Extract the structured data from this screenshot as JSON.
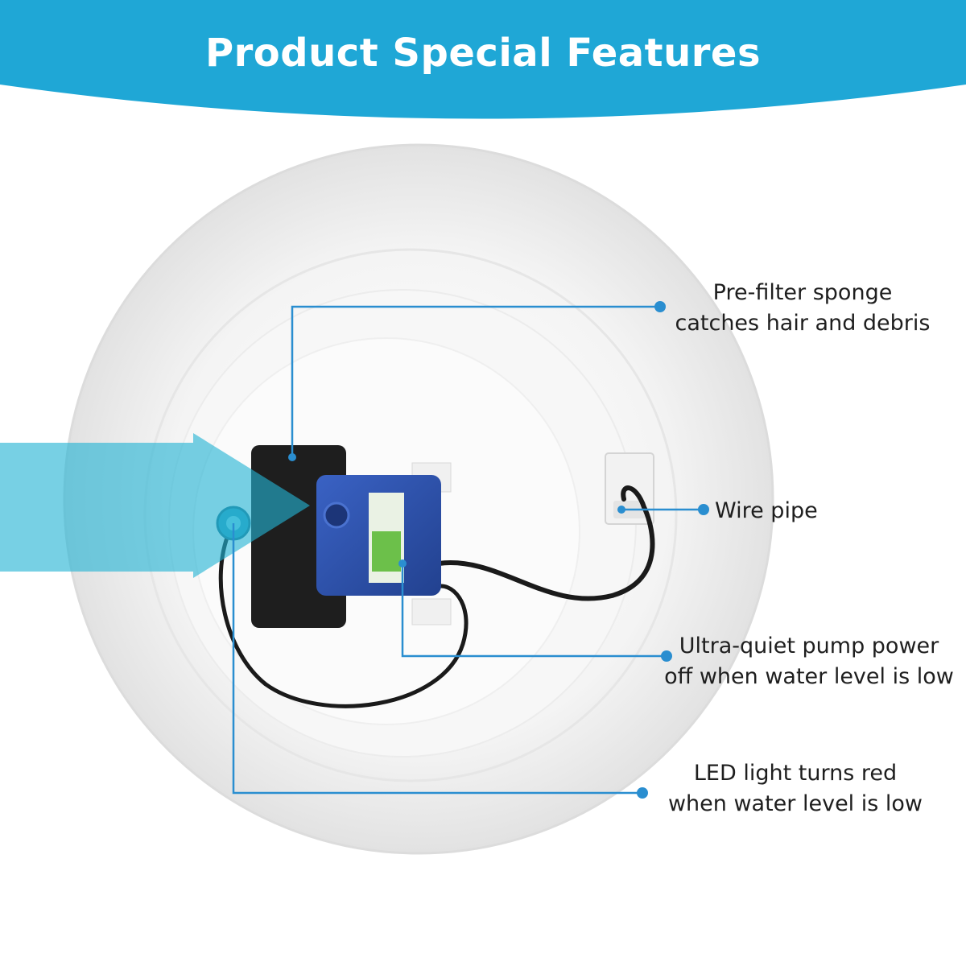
{
  "header": {
    "title": "Product Special Features"
  },
  "colors": {
    "banner": "#1fa7d6",
    "accent_line": "#2a8ed0",
    "arrow": "#24b3d3",
    "pump_body": "#2d4fa8",
    "sponge": "#1e1e1e",
    "cable": "#1a1a1a"
  },
  "annotations": {
    "pre_filter": {
      "line1": "Pre-filter sponge",
      "line2": "catches hair and debris"
    },
    "wire_pipe": {
      "line1": "Wire pipe"
    },
    "pump": {
      "line1": "Ultra-quiet pump power",
      "line2": "off when water level is low"
    },
    "led": {
      "line1": "LED light turns red",
      "line2": "when water level is low"
    }
  }
}
